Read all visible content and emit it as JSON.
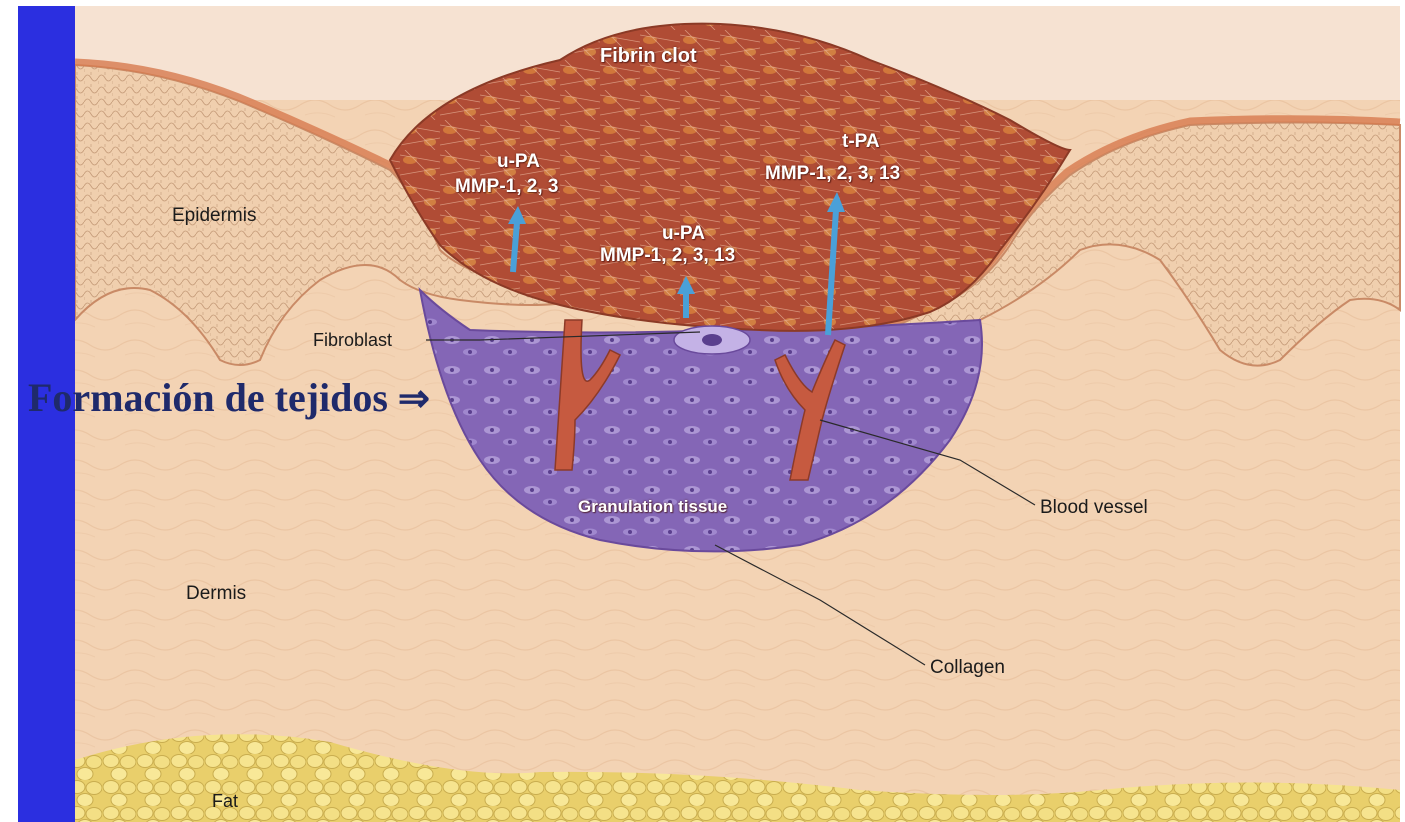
{
  "colors": {
    "left_bar": "#2b2fe0",
    "dermis": "#f3d2b2",
    "epidermis": "#f0c9a4",
    "clot": "#b5523a",
    "granulation": "#8a6ab8",
    "fat": "#f0dc7a",
    "arrow": "#4aa0d8",
    "headline": "#1f2a6b"
  },
  "labels": {
    "fibrin_clot": "Fibrin clot",
    "upa_left_1": "u-PA",
    "upa_left_2": "MMP-1, 2, 3",
    "upa_mid_1": "u-PA",
    "upa_mid_2": "MMP-1, 2, 3, 13",
    "tpa_1": "t-PA",
    "tpa_2": "MMP-1, 2, 3, 13",
    "epidermis": "Epidermis",
    "fibroblast": "Fibroblast",
    "granulation": "Granulation tissue",
    "blood_vessel": "Blood vessel",
    "dermis": "Dermis",
    "collagen": "Collagen",
    "fat": "Fat"
  },
  "headline": {
    "text": "Formación de tejidos",
    "arrow_glyph": "⇒"
  }
}
